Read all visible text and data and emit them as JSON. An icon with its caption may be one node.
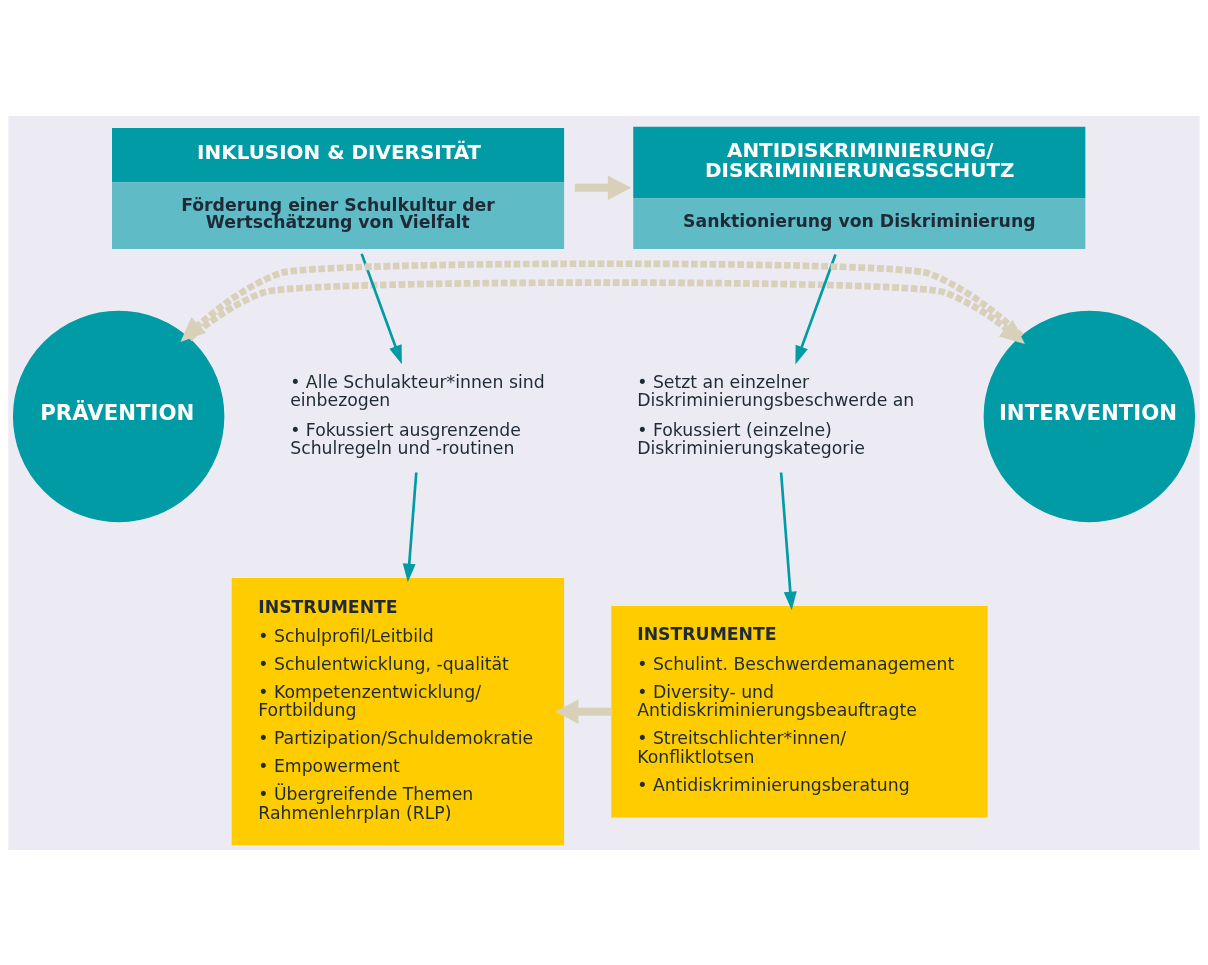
{
  "diagram": {
    "nodes": [
      {
        "text": [
          "PRÄVENTION"
        ]
      },
      {
        "text": [
          "INKLUSION & DIVERSITÄT",
          "Förderung einer Schulkultur der Wertschätzung von Vielfalt"
        ]
      },
      {
        "text": [
          "• Alle Schulakteur*innen sind einbezogen",
          "• Fokussiert ausgrenzende Schulregeln und -routinen"
        ]
      },
      {
        "text": [
          "INSTRUMENTE",
          "• Schulprofil/Leitbild",
          "• Schulentwicklung, -qualität",
          "• Kompetenzentwicklung/ Fortbildung",
          "• Partizipation/Schuldemokratie",
          "• Empowerment",
          "• Übergreifende Themen Rahmenlehrplan (RLP)"
        ]
      },
      {
        "text": [
          "ANTIDISKRIMINIERUNG/ DISKRIMINIERUNGSSCHUTZ",
          "Sanktionierung von Diskriminierung"
        ]
      },
      {
        "text": [
          "• Setzt an einzelner Diskriminierungsbeschwerde an",
          "• Fokussiert (einzelne) Diskriminierungskategorie"
        ]
      },
      {
        "text": [
          "INSTRUMENTE",
          "• Schulint. Beschwerdemanagement",
          "• Diversity- und Antidiskriminierungsbeauftragte",
          "• Streitschlichter*innen/ Konfliktlotsen",
          "• Antidiskriminierungsberatung"
        ]
      },
      {
        "text": [
          "INTERVENTION"
        ]
      }
    ],
    "edges": [
      {
        "from": 1,
        "to": 2,
        "arrow": "to",
        "color": "#009ba4"
      },
      {
        "from": 2,
        "to": 3,
        "arrow": "to",
        "color": "#009ba4"
      },
      {
        "from": 4,
        "to": 5,
        "arrow": "to",
        "color": "#009ba4"
      },
      {
        "from": 5,
        "to": 6,
        "arrow": "to",
        "color": "#009ba4"
      },
      {
        "from": 1,
        "to": 4,
        "arrow": "to",
        "style": "thick",
        "color": "#d8d0b8"
      },
      {
        "from": 6,
        "to": 3,
        "arrow": "to",
        "style": "thick",
        "color": "#d8d0b8"
      },
      {
        "from": 0,
        "to": 7,
        "arrow": "to",
        "style": "dashed",
        "color": "#d8d0b8"
      },
      {
        "from": 7,
        "to": 0,
        "arrow": "to",
        "style": "dashed",
        "color": "#d8d0b8"
      }
    ]
  }
}
